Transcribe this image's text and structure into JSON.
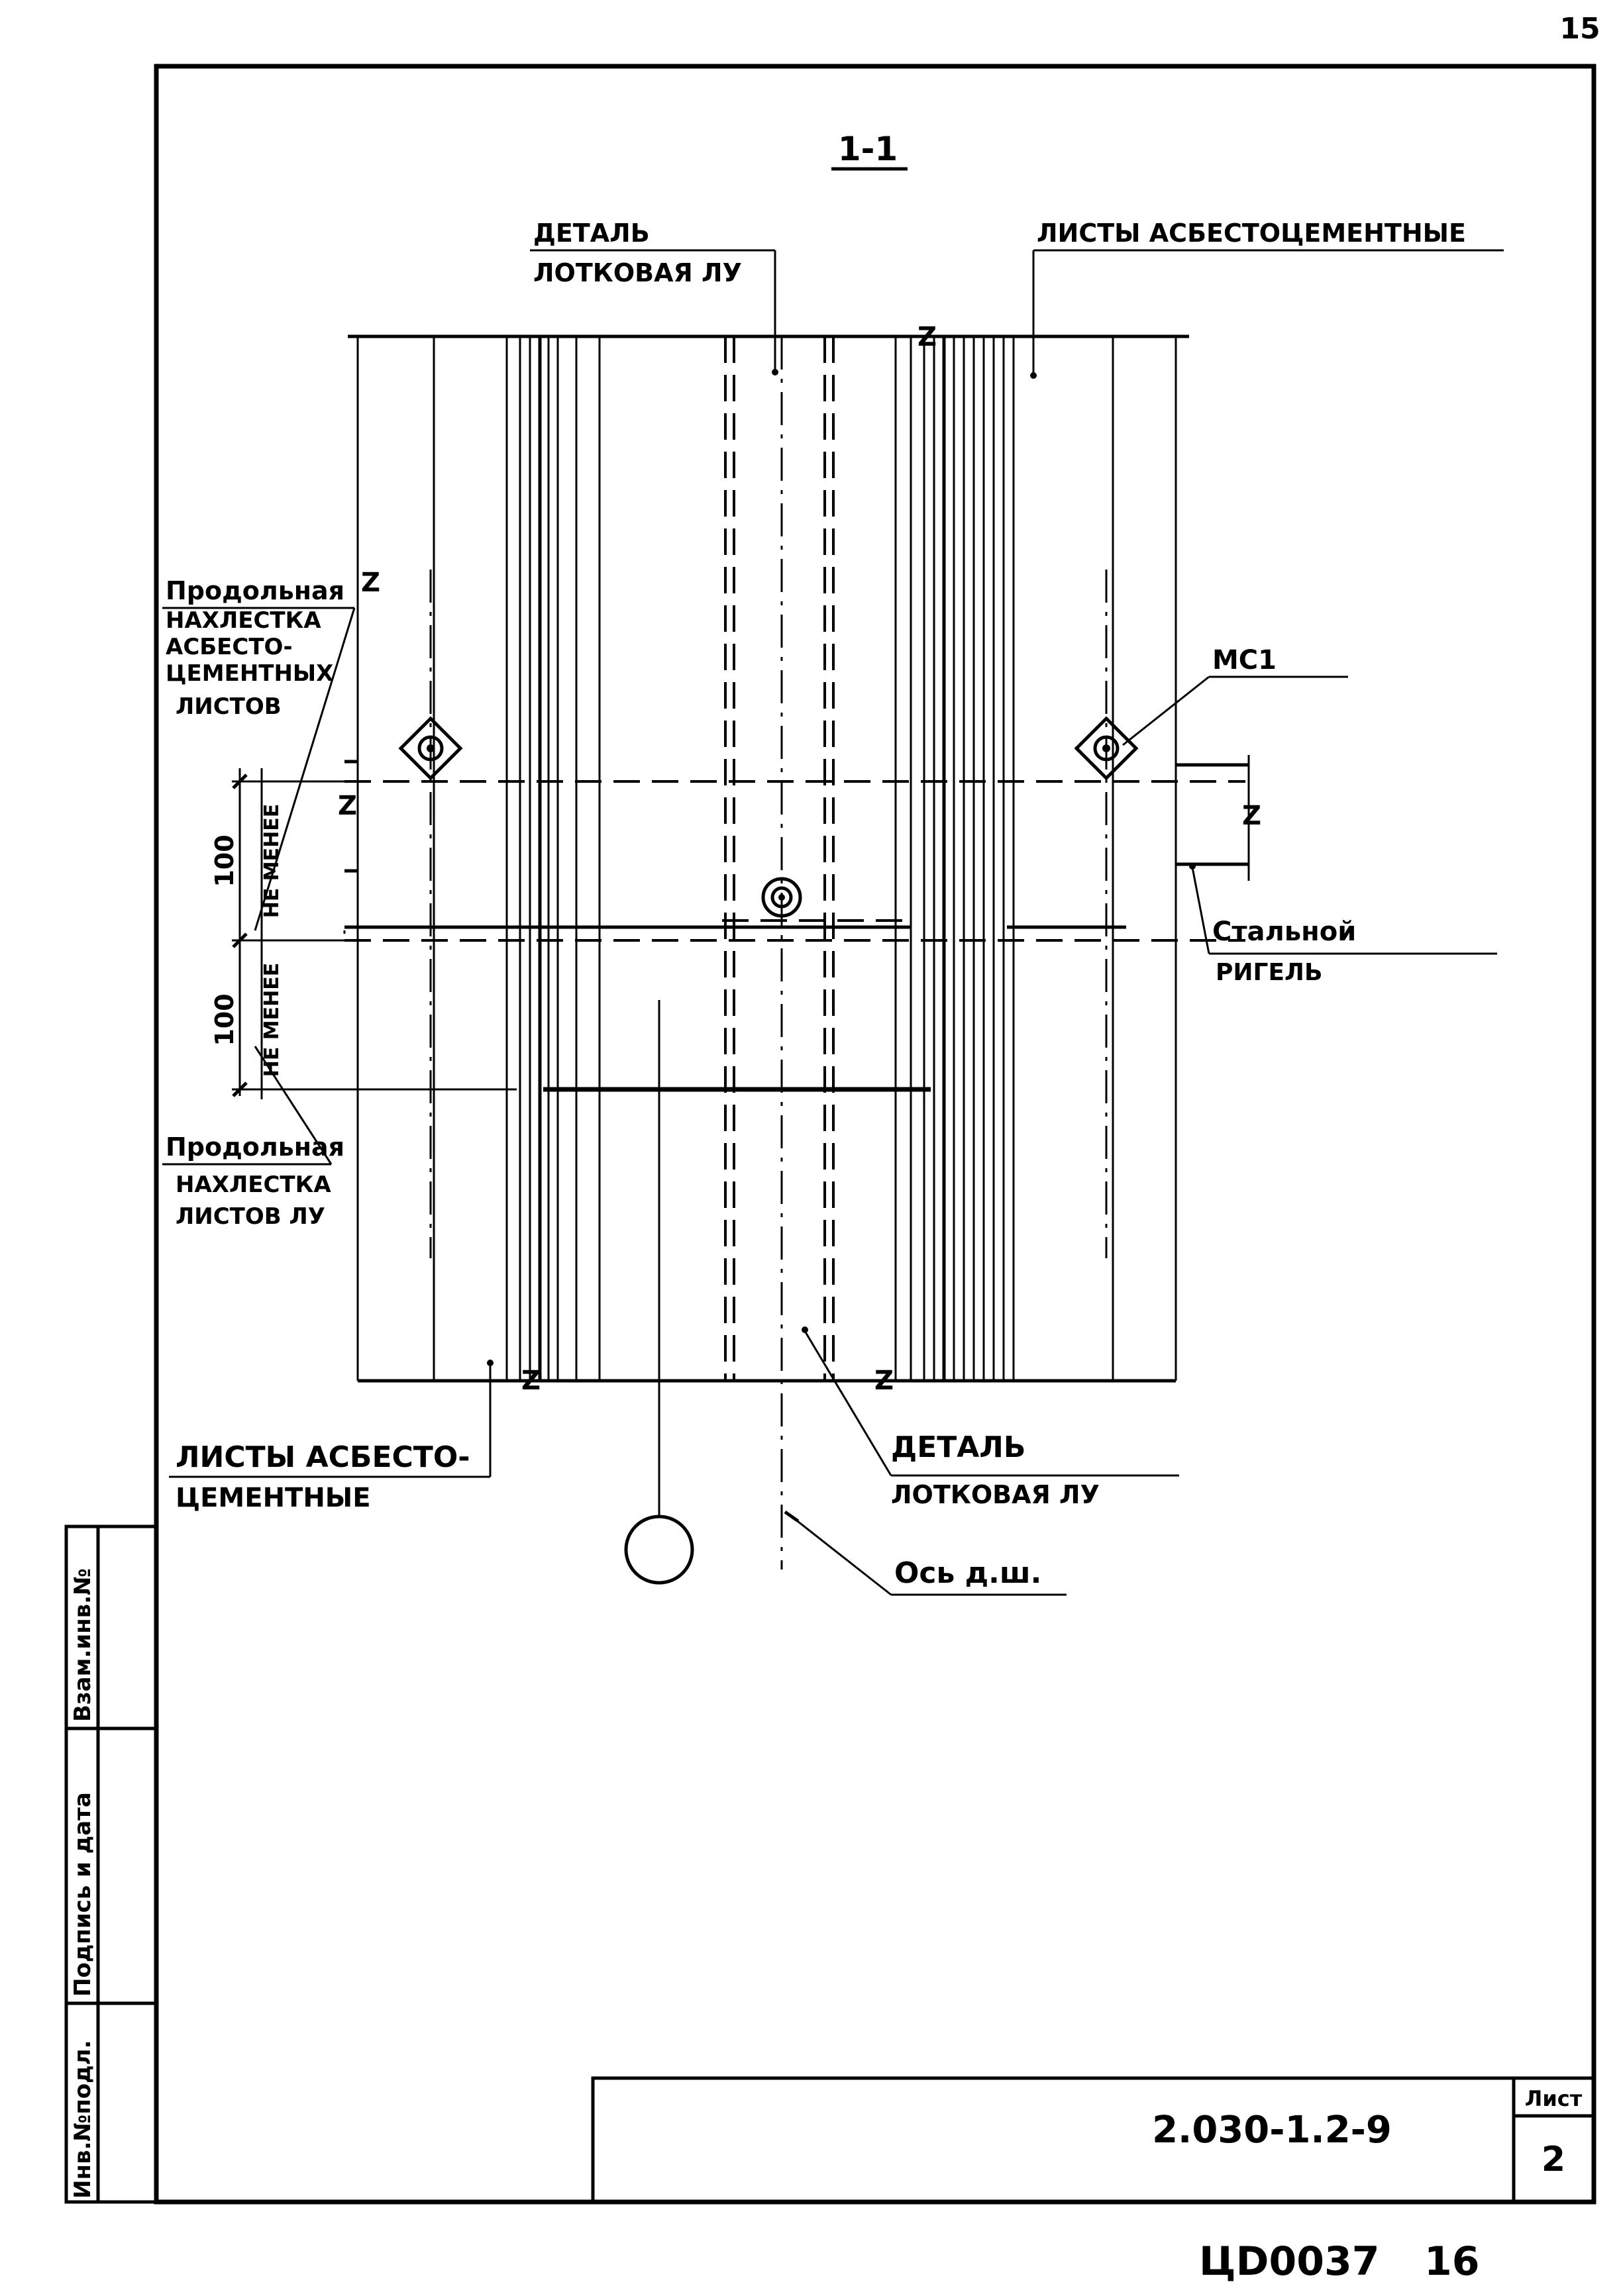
{
  "page_number_top": "15",
  "section_title": "1-1",
  "labels": {
    "detail_top_line1": "ДЕТАЛЬ",
    "detail_top_line2": "ЛОТКОВАЯ ЛУ",
    "sheets_top": "ЛИСТЫ АСБЕСТОЦЕМЕНТНЫЕ",
    "overlap_asb_1": "Продольная",
    "overlap_asb_2": "НАХЛЕСТКА",
    "overlap_asb_3": "АСБЕСТО-",
    "overlap_asb_4": "ЦЕМЕНТНЫХ",
    "overlap_asb_5": "ЛИСТОВ",
    "mc1": "МС1",
    "steel_rigel_1": "Стальной",
    "steel_rigel_2": "РИГЕЛЬ",
    "overlap_ly_1": "Продольная",
    "overlap_ly_2": "НАХЛЕСТКА",
    "overlap_ly_3": "ЛИСТОВ ЛУ",
    "sheets_bottom_1": "ЛИСТЫ АСБЕСТО-",
    "sheets_bottom_2": "ЦЕМЕНТНЫЕ",
    "detail_bottom_1": "ДЕТАЛЬ",
    "detail_bottom_2": "ЛОТКОВАЯ ЛУ",
    "axis": "Ось д.ш."
  },
  "dimensions": {
    "upper_value": "100",
    "upper_note": "НЕ МЕНЕЕ",
    "lower_value": "100",
    "lower_note": "НЕ МЕНЕЕ"
  },
  "side_stamp": {
    "col1": "Инв.№подл.",
    "col2": "Подпись и дата",
    "col3": "Взам.инв.№"
  },
  "title_block": {
    "doc_code": "2.030-1.2-9",
    "sheet_label": "Лист",
    "sheet_number": "2"
  },
  "footer": {
    "archive_code": "ЦD0037",
    "page": "16"
  },
  "break_mark": "Z"
}
